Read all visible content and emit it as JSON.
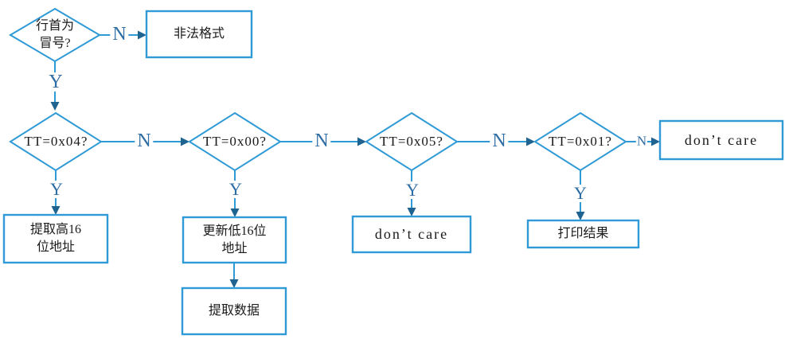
{
  "colors": {
    "background": "#ffffff",
    "shape_stroke": "#2f9ad6",
    "arrowhead": "#1f6391",
    "edge_label": "#2e6da4",
    "node_text": "#1a1a1a"
  },
  "edge_labels": {
    "yes": "Y",
    "no": "N"
  },
  "nodes": {
    "colon_check": "行首为\n冒号?",
    "illegal_format": "非法格式",
    "tt04": "TT=0x04?",
    "tt00": "TT=0x00?",
    "tt05": "TT=0x05?",
    "tt01": "TT=0x01?",
    "extract_high16": "提取高16\n位地址",
    "update_low16": "更新低16位\n地址",
    "extract_data": "提取数据",
    "dont_care_row2": "don’t care",
    "dont_care_row3": "don’t care",
    "print_result": "打印结果"
  }
}
